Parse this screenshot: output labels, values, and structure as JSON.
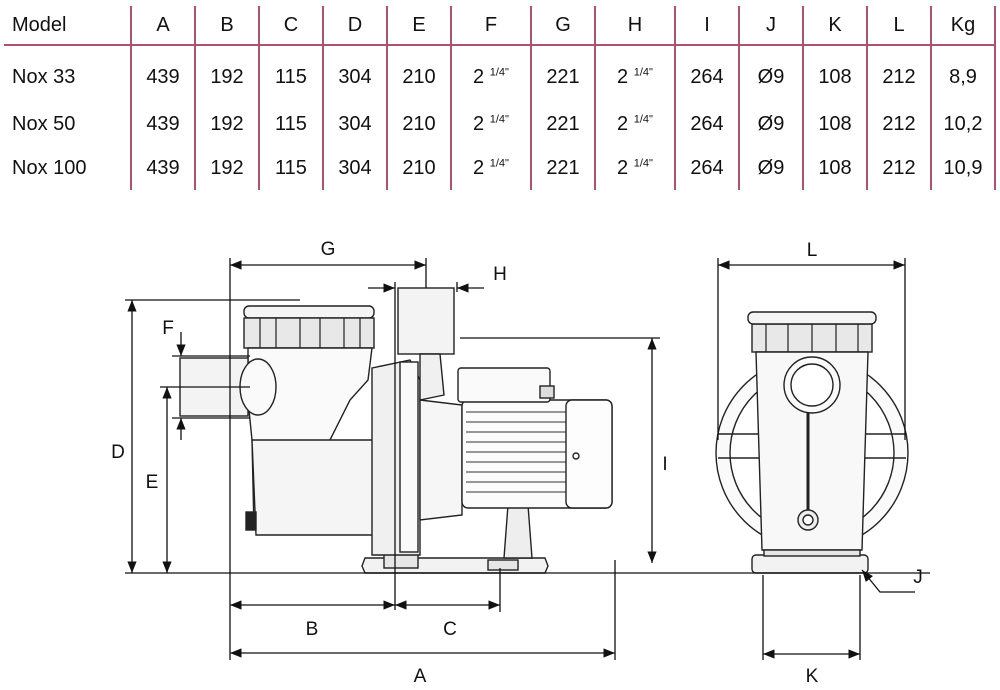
{
  "table": {
    "headers": [
      "Model",
      "A",
      "B",
      "C",
      "D",
      "E",
      "F",
      "G",
      "H",
      "I",
      "J",
      "K",
      "L",
      "Kg"
    ],
    "rows": [
      {
        "model": "Nox 33",
        "A": "439",
        "B": "192",
        "C": "115",
        "D": "304",
        "E": "210",
        "F_whole": "2",
        "F_frac": "1/4\"",
        "G": "221",
        "H_whole": "2",
        "H_frac": "1/4\"",
        "I": "264",
        "J": "Ø9",
        "K": "108",
        "L": "212",
        "Kg": "8,9"
      },
      {
        "model": "Nox 50",
        "A": "439",
        "B": "192",
        "C": "115",
        "D": "304",
        "E": "210",
        "F_whole": "2",
        "F_frac": "1/4\"",
        "G": "221",
        "H_whole": "2",
        "H_frac": "1/4\"",
        "I": "264",
        "J": "Ø9",
        "K": "108",
        "L": "212",
        "Kg": "10,2"
      },
      {
        "model": "Nox 100",
        "A": "439",
        "B": "192",
        "C": "115",
        "D": "304",
        "E": "210",
        "F_whole": "2",
        "F_frac": "1/4\"",
        "G": "221",
        "H_whole": "2",
        "H_frac": "1/4\"",
        "I": "264",
        "J": "Ø9",
        "K": "108",
        "L": "212",
        "Kg": "10,9"
      }
    ]
  },
  "drawing": {
    "side_labels": {
      "G": "G",
      "H": "H",
      "F": "F",
      "D": "D",
      "E": "E",
      "I": "I",
      "B": "B",
      "C": "C",
      "A": "A"
    },
    "front_labels": {
      "L": "L",
      "J": "J",
      "K": "K"
    }
  }
}
